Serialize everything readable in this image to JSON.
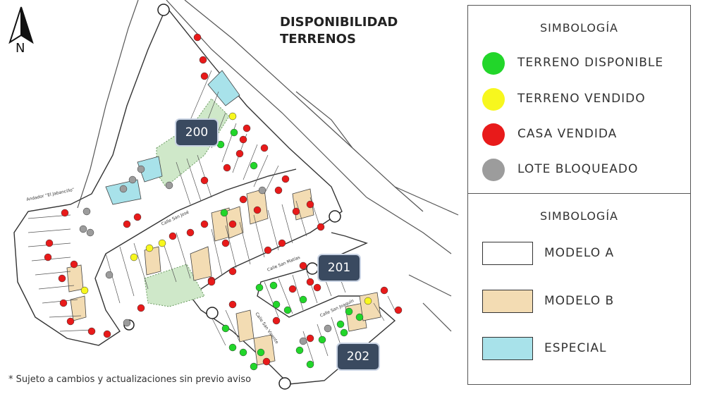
{
  "title": {
    "line1": "DISPONIBILIDAD",
    "line2": "TERRENOS"
  },
  "compass": {
    "label": "N"
  },
  "legend_status": {
    "heading": "SIMBOLOGÍA",
    "items": [
      {
        "label": "TERRENO DISPONIBLE",
        "color": "#22d62a"
      },
      {
        "label": "TERRENO VENDIDO",
        "color": "#f7f71e"
      },
      {
        "label": "CASA VENDIDA",
        "color": "#e81a1a"
      },
      {
        "label": "LOTE BLOQUEADO",
        "color": "#9c9c9c"
      }
    ]
  },
  "legend_models": {
    "heading": "SIMBOLOGÍA",
    "items": [
      {
        "label": "MODELO A",
        "color": "#ffffff"
      },
      {
        "label": "MODELO B",
        "color": "#f3dcb3"
      },
      {
        "label": "ESPECIAL",
        "color": "#a8e2ea"
      }
    ]
  },
  "blocks": [
    "200",
    "201",
    "202"
  ],
  "streets": {
    "san_jose": "Calle San José",
    "san_matias": "Calle San Matías",
    "san_vicente": "Calle San Vicente",
    "san_joaquin": "Calle San Joaquín",
    "jacarandas": "Andador “El Jabancillo”"
  },
  "footnote": "* Sujeto a cambios y actualizaciones sin previo aviso"
}
